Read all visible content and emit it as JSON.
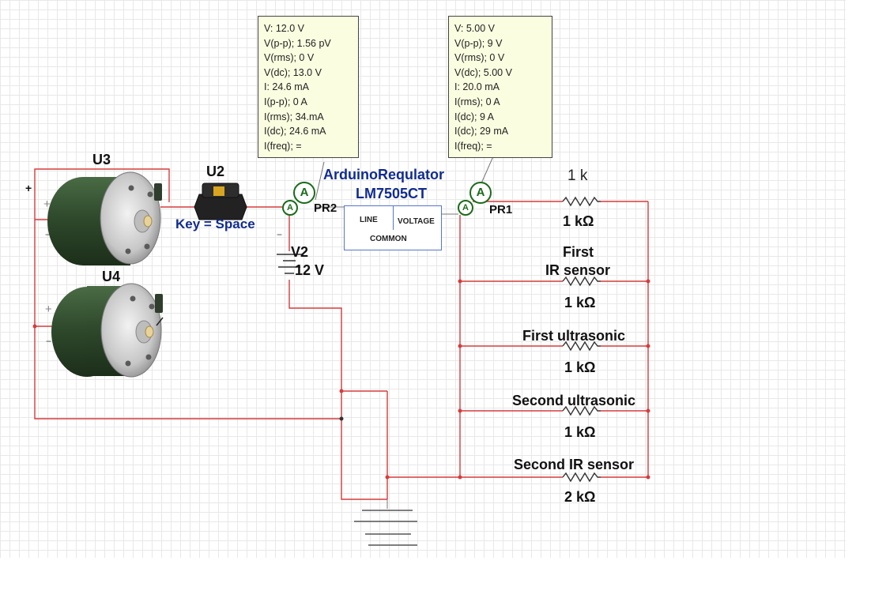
{
  "probe_left": {
    "lines": [
      "V: 12.0 V",
      "V(p-p); 1.56 pV",
      "V(rms); 0 V",
      "V(dc); 13.0 V",
      "I: 24.6 mA",
      "I(p-p); 0 A",
      "I(rms); 34.mA",
      "I(dc); 24.6 mA",
      "I(freq); ="
    ]
  },
  "probe_right": {
    "lines": [
      "V: 5.00 V",
      "V(p-p); 9 V",
      "V(rms); 0 V",
      "V(dc); 5.00 V",
      "I: 20.0 mA",
      "I(rms); 0 A",
      "I(dc); 9 A",
      "I(dc); 29 mA",
      "I(freq); ="
    ]
  },
  "motors": {
    "u3": "U3",
    "u4": "U4"
  },
  "switch": {
    "name": "U2",
    "key": "Key = Space"
  },
  "battery": {
    "name": "V2",
    "value": "12 V"
  },
  "regulator": {
    "title": "ArduinoRequlator",
    "part": "LM7505CT",
    "pin_line": "LINE",
    "pin_voltage": "VOLTAGE",
    "pin_common": "COMMON"
  },
  "probes": {
    "pr1": "PR1",
    "pr2": "PR2",
    "symbol": "A"
  },
  "resistors": {
    "top_label": "1 k",
    "r1_value": "1 kΩ",
    "ir1_label_line1": "First",
    "ir1_label_line2": "IR sensor",
    "r2_value": "1 kΩ",
    "us1_label": "First ultrasonic",
    "r3_value": "1 kΩ",
    "us2_label": "Second ultrasonic",
    "r4_value": "1 kΩ",
    "ir2_label": "Second IR sensor",
    "r5_value": "2 kΩ"
  },
  "signs": {
    "plus": "+",
    "minus": "−"
  }
}
